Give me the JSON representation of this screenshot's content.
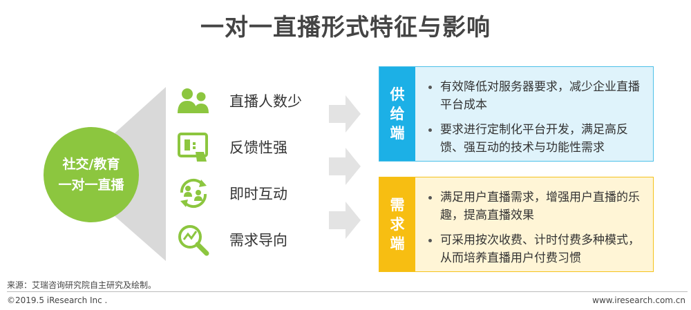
{
  "title": "一对一直播形式特征与影响",
  "center": {
    "line1": "社交/教育",
    "line2": "一对一直播"
  },
  "features": [
    {
      "label": "直播人数少",
      "icon": "people-icon"
    },
    {
      "label": "反馈性强",
      "icon": "tablet-feedback-icon"
    },
    {
      "label": "即时互动",
      "icon": "interaction-cycle-icon"
    },
    {
      "label": "需求导向",
      "icon": "magnifier-chart-icon"
    }
  ],
  "supply": {
    "tag": [
      "供",
      "给",
      "端"
    ],
    "items": [
      "有效降低对服务器要求，减少企业直播平台成本",
      "要求进行定制化平台开发，满足高反馈、强互动的技术与功能性需求"
    ]
  },
  "demand": {
    "tag": [
      "需",
      "求",
      "端"
    ],
    "items": [
      "满足用户直播需求，增强用户直播的乐趣，提高直播效果",
      "可采用按次收费、计时付费多种模式，从而培养直播用户付费习惯"
    ]
  },
  "colors": {
    "green": "#8cc63f",
    "grey_fan": "#d9d9d9",
    "arrow": "#e3e3e3",
    "supply_tag": "#1cb0e6",
    "supply_bg": "#dff3fb",
    "demand_tag": "#f7be12",
    "demand_bg": "#fff5d6"
  },
  "footer": {
    "source": "来源：艾瑞咨询研究院自主研究及绘制。",
    "copyright": "©2019.5 iResearch Inc .",
    "website": "www.iresearch.com.cn"
  }
}
